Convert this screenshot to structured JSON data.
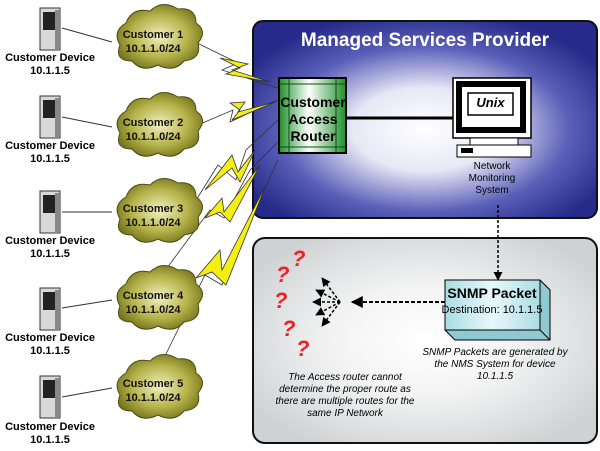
{
  "msp": {
    "title": "Managed Services Provider"
  },
  "router": {
    "lines": [
      "Customer",
      "Access",
      "Router"
    ]
  },
  "nms": {
    "screen_label": "Unix",
    "lines": [
      "Network",
      "Monitoring",
      "System"
    ]
  },
  "customers": [
    {
      "cloud_name": "Customer 1",
      "network": "10.1.1.0/24",
      "device_label": "Customer Device",
      "device_ip": "10.1.1.5"
    },
    {
      "cloud_name": "Customer 2",
      "network": "10.1.1.0/24",
      "device_label": "Customer Device",
      "device_ip": "10.1.1.5"
    },
    {
      "cloud_name": "Customer 3",
      "network": "10.1.1.0/24",
      "device_label": "Customer Device",
      "device_ip": "10.1.1.5"
    },
    {
      "cloud_name": "Customer 4",
      "network": "10.1.1.0/24",
      "device_label": "Customer Device",
      "device_ip": "10.1.1.5"
    },
    {
      "cloud_name": "Customer 5",
      "network": "10.1.1.0/24",
      "device_label": "Customer Device",
      "device_ip": "10.1.1.5"
    }
  ],
  "snmp": {
    "title": "SNMP Packet",
    "destination": "Destination: 10.1.1.5"
  },
  "notes": {
    "snmp_note": [
      "SNMP Packets are generated by",
      "the NMS System for device",
      "10.1.1.5"
    ],
    "router_note": [
      "The Access router cannot",
      "determine the proper route as",
      "there are multiple routes for the",
      "same IP Network"
    ]
  },
  "question_mark": "?",
  "colors": {
    "msp_blue": "#2b2f8f",
    "router_green": "#2e9e3a",
    "cloud_olive": "#9a9a2a",
    "bolt_yellow": "#f2ee10",
    "question_red": "#e22222",
    "snmp_cyan": "#bfe8ee"
  }
}
